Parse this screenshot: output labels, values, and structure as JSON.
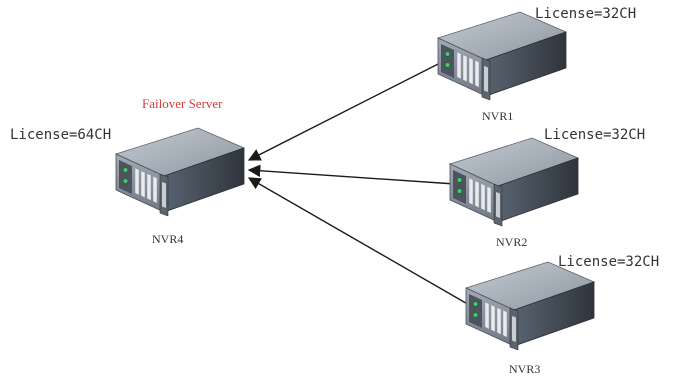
{
  "role_label": "Failover Server",
  "colors": {
    "role_label": "#d43b3b",
    "arrow": "#1a1a1a",
    "server_top": "#9aa3ad",
    "server_front": "#7e8894",
    "server_side": "#3f4650"
  },
  "nodes": [
    {
      "id": "nvr4",
      "name": "NVR4",
      "license": "License=64CH",
      "role": "failover"
    },
    {
      "id": "nvr1",
      "name": "NVR1",
      "license": "License=32CH"
    },
    {
      "id": "nvr2",
      "name": "NVR2",
      "license": "License=32CH"
    },
    {
      "id": "nvr3",
      "name": "NVR3",
      "license": "License=32CH"
    }
  ],
  "connections": [
    {
      "from": "nvr1",
      "to": "nvr4"
    },
    {
      "from": "nvr2",
      "to": "nvr4"
    },
    {
      "from": "nvr3",
      "to": "nvr4"
    }
  ]
}
